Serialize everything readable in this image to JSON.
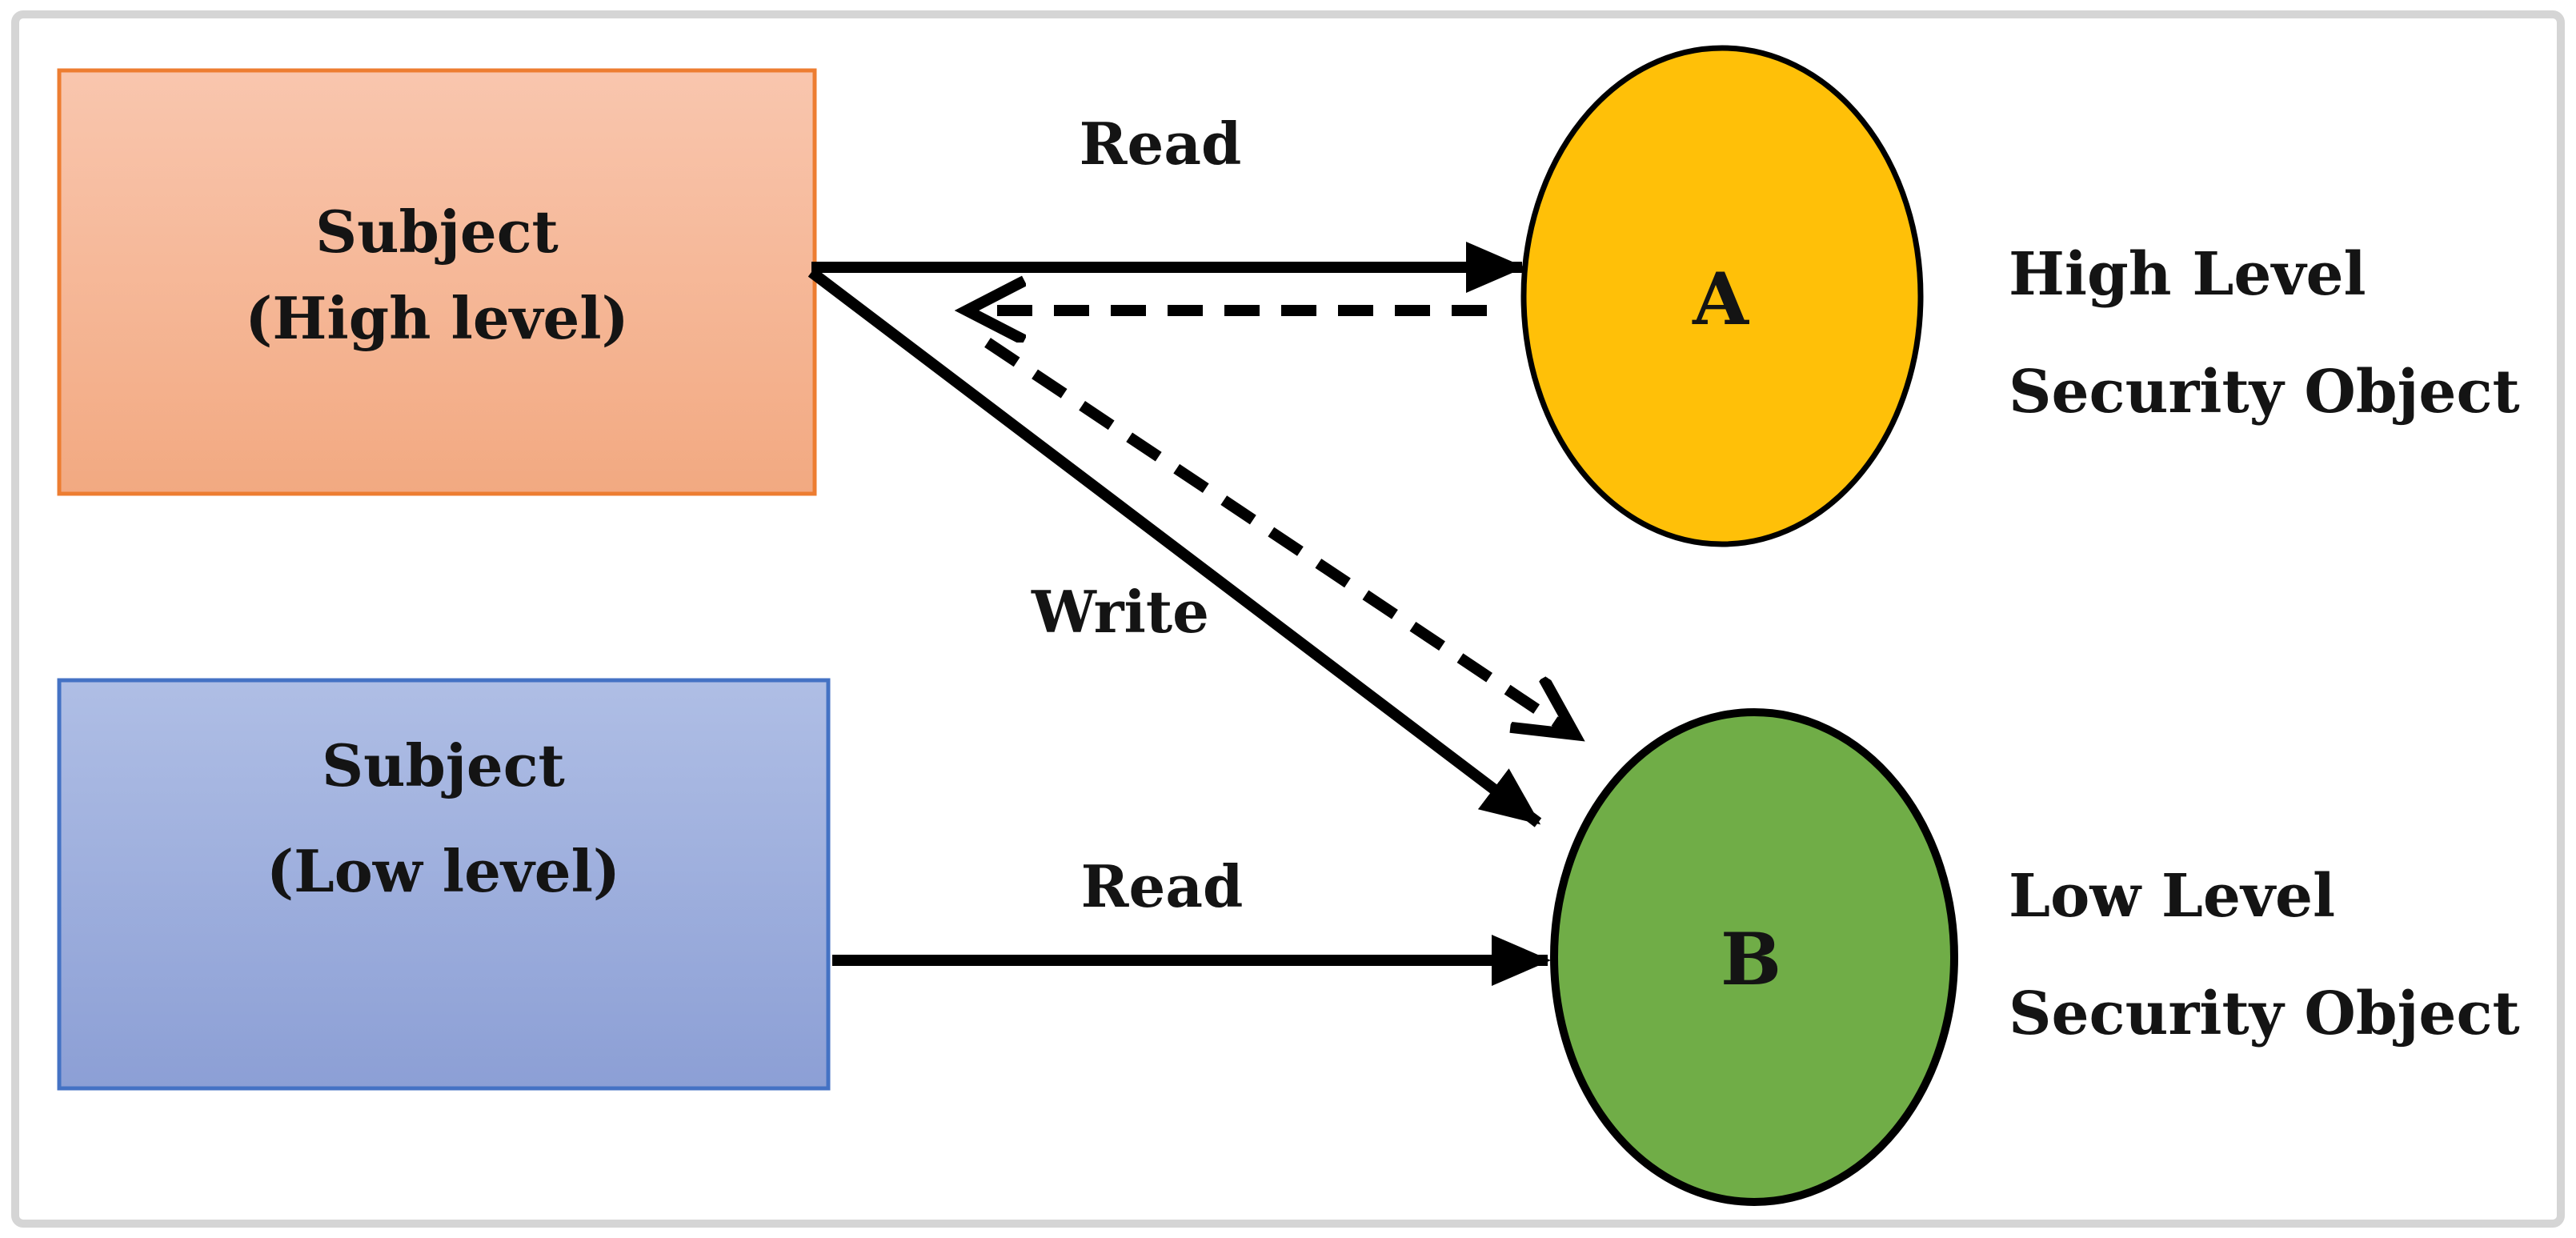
{
  "diagram": {
    "background": "#FFFFFF",
    "frame_color": "#D5D5D5",
    "text_color": "#141414",
    "arrow_color": "#000000",
    "subject_high": {
      "line1": "Subject",
      "line2": "(High level)",
      "fill_top": "#F9C6AE",
      "fill_bottom": "#F2A981",
      "border": "#ED7D31"
    },
    "subject_low": {
      "line1": "Subject",
      "line2": "(Low level)",
      "fill_top": "#AFBEE5",
      "fill_bottom": "#8C9FD5",
      "border": "#4472C4"
    },
    "object_a": {
      "label": "A",
      "caption_line1": "High Level",
      "caption_line2": "Security Object",
      "fill": "#FFC008",
      "border": "#000000"
    },
    "object_b": {
      "label": "B",
      "caption_line1": "Low Level",
      "caption_line2": "Security Object",
      "fill": "#70AD47",
      "border": "#000000"
    },
    "labels": {
      "read_high": "Read",
      "write_high": "Write",
      "read_low": "Read"
    }
  }
}
